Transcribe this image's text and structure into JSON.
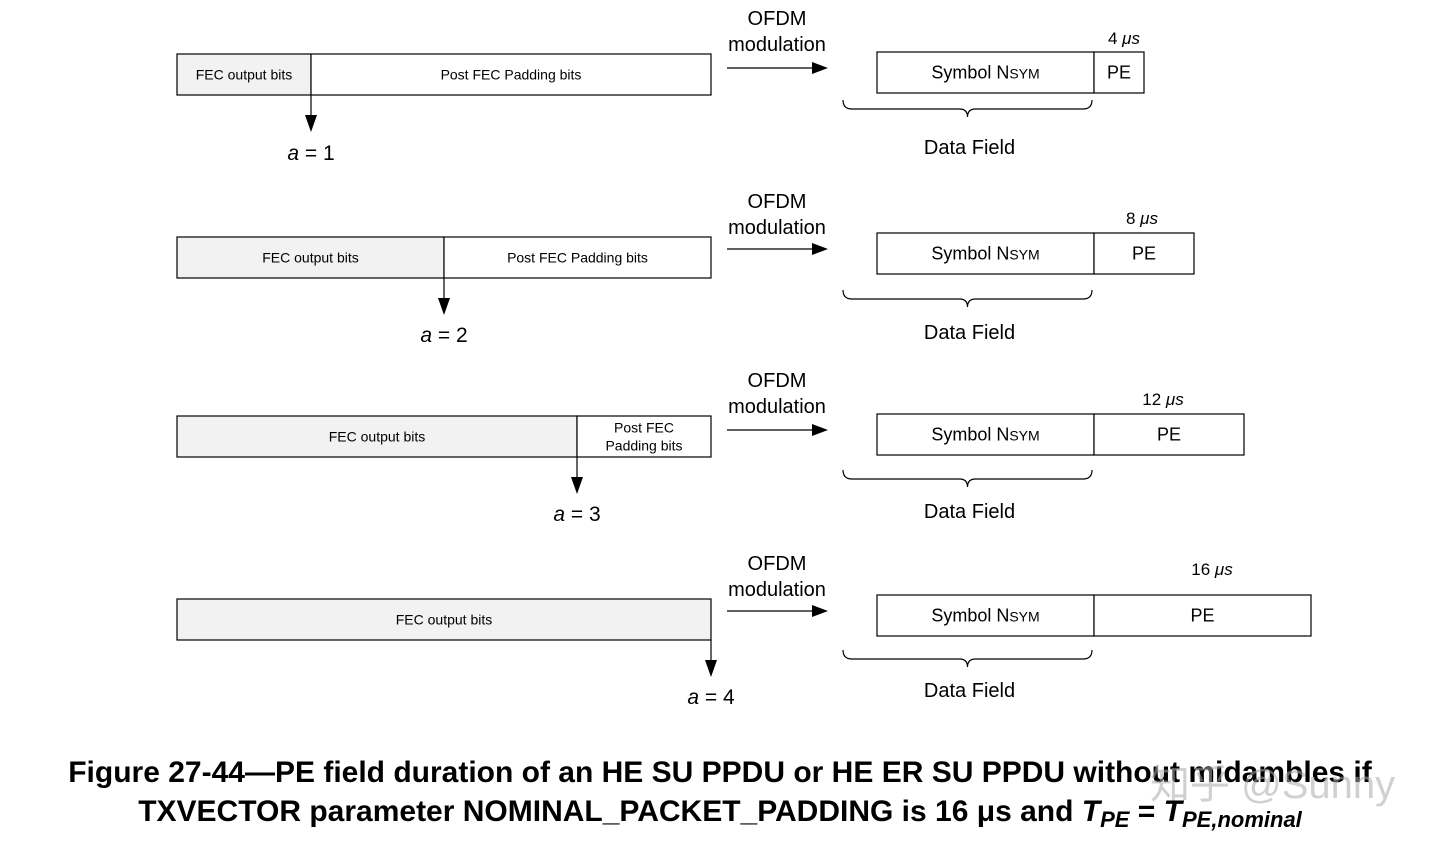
{
  "rows": [
    {
      "segments": [
        {
          "label": "FEC output bits",
          "shaded": true
        },
        {
          "label": "Post FEC Padding bits",
          "shaded": false
        }
      ],
      "arrow_label_var": "a",
      "arrow_label_rest": " = 1",
      "ofdm_line1": "OFDM",
      "ofdm_line2": "modulation",
      "symbol_label": "Symbol N",
      "symbol_sub": "SYM",
      "pe_label": "PE",
      "duration": "4 μs",
      "data_field": "Data Field"
    },
    {
      "segments": [
        {
          "label": "FEC output bits",
          "shaded": true
        },
        {
          "label": "Post FEC Padding bits",
          "shaded": false
        }
      ],
      "arrow_label_var": "a",
      "arrow_label_rest": " = 2",
      "ofdm_line1": "OFDM",
      "ofdm_line2": "modulation",
      "symbol_label": "Symbol N",
      "symbol_sub": "SYM",
      "pe_label": "PE",
      "duration": "8 μs",
      "data_field": "Data Field"
    },
    {
      "segments": [
        {
          "label": "FEC output bits",
          "shaded": true
        },
        {
          "label": "Post FEC\nPadding bits",
          "shaded": false
        }
      ],
      "arrow_label_var": "a",
      "arrow_label_rest": " = 3",
      "ofdm_line1": "OFDM",
      "ofdm_line2": "modulation",
      "symbol_label": "Symbol N",
      "symbol_sub": "SYM",
      "pe_label": "PE",
      "duration": "12 μs",
      "data_field": "Data Field"
    },
    {
      "segments": [
        {
          "label": "FEC output bits",
          "shaded": true
        }
      ],
      "arrow_label_var": "a",
      "arrow_label_rest": " = 4",
      "ofdm_line1": "OFDM",
      "ofdm_line2": "modulation",
      "symbol_label": "Symbol N",
      "symbol_sub": "SYM",
      "pe_label": "PE",
      "duration": "16 μs",
      "data_field": "Data Field"
    }
  ],
  "caption": {
    "line1": "Figure 27-44—PE field duration of an HE SU PPDU or HE ER SU PPDU without midambles if",
    "line2_prefix": "TXVECTOR parameter NOMINAL_PACKET_PADDING is 16 μs and ",
    "t_symbol": "T",
    "t_sub_left": "PE",
    "equals": " = ",
    "t_sub_right": "PE,nominal"
  },
  "watermark": "知乎 @Sunny",
  "colors": {
    "shaded_fill": "#f2f2f2",
    "stroke": "#000000"
  }
}
